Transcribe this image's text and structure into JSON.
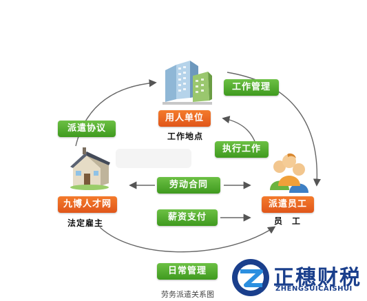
{
  "diagram": {
    "employer_unit": "用人单位",
    "work_place": "工作地点",
    "dispatch_employee": "派遣员工",
    "employee": "员　工",
    "dispatch_agency": "九博人才网",
    "legal_employer": "法定雇主",
    "work_management": "工作管理",
    "execute_work": "执行工作",
    "dispatch_agreement": "派遣协议",
    "labor_contract": "劳动合同",
    "salary_payment": "薪资支付",
    "daily_management": "日常管理"
  },
  "caption": "劳务派遣关系图",
  "watermark": {
    "title": "正穗财税",
    "subtitle": "ZHENGSUICAISHUI"
  },
  "colors": {
    "orange": "#e8621f",
    "green": "#4fa82a",
    "arrow": "#5a5a5a",
    "brand_blue": "#1a3f8c"
  }
}
